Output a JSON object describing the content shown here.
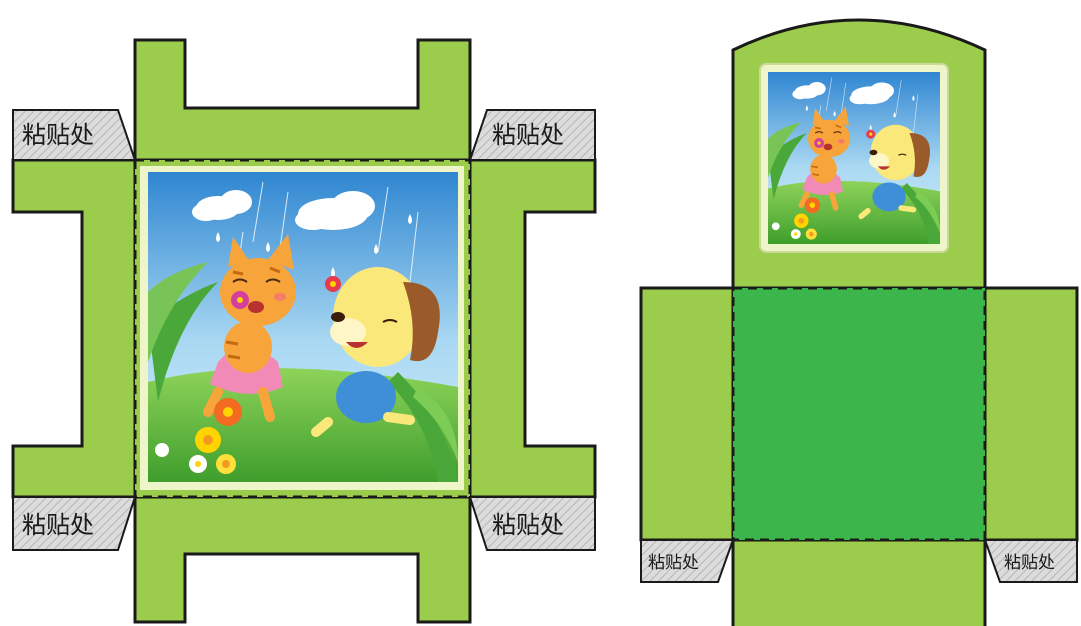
{
  "glue_label": "粘贴处",
  "left_net": {
    "glue_tabs": [
      "粘贴处",
      "粘贴处",
      "粘贴处",
      "粘贴处"
    ]
  },
  "right_net": {
    "glue_tabs": [
      "粘贴处",
      "粘贴处"
    ]
  },
  "colors": {
    "panel_green": "#9ccc4b",
    "base_green": "#3cb54a",
    "outline": "#1a1a1a",
    "tab_gray": "#d9d9d9",
    "sky_top": "#3a8fd6",
    "sky_bottom": "#bfe3f7",
    "grass": "#6cbf3c",
    "frame_cream": "#eef5c8"
  },
  "icons": [
    "cat-icon",
    "dog-icon",
    "cloud-icon",
    "flower-icon",
    "raindrop-icon"
  ]
}
